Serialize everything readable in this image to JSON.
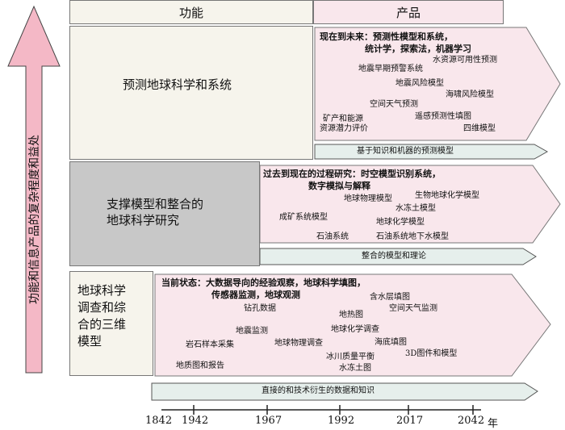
{
  "header": {
    "function": "功能",
    "product": "产品"
  },
  "axis_label": "功能和信息产品的复杂程度和益处",
  "rows": {
    "predict": {
      "function": "预测地球科学和系统",
      "heading1": "现在到未来：预测性模型和系统，",
      "heading2": "统计学，探索法，机器学习",
      "items": [
        "水资源可用性预测",
        "地震早期预警系统",
        "地震风险模型",
        "海啸风险模型",
        "空间天气预测",
        "矿产和能源",
        "资源潜力评价",
        "遥感预测性填图",
        "四维模型"
      ],
      "arrow": "基于知识和机器的预测模型"
    },
    "support": {
      "function1": "支撑模型和整合的",
      "function2": "地球科学研究",
      "heading1": "过去到现在的过程研究：时空模型识别系统，",
      "heading2": "数字模拟与解释",
      "items": [
        "地球物理模型",
        "生物地球化学模型",
        "水冻土模型",
        "成矿系统模型",
        "地球化学模型",
        "石油系统",
        "石油系统地下水模型"
      ],
      "arrow": "整合的模型和理论"
    },
    "survey": {
      "function": [
        "地球科学",
        "调查和综",
        "合的三维",
        "模型"
      ],
      "heading1": "当前状态：大数据导向的经验观察，地球科学填图，",
      "heading2": "传感器监测，地球观测",
      "items": [
        "含水层填图",
        "钻孔数据",
        "空间天气监测",
        "地热图",
        "地震监测",
        "地球化学调查",
        "岩石样本采集",
        "地球物理调查",
        "海底填图",
        "冰川质量平衡",
        "3D图件和模型",
        "地质图和报告",
        "水冻土图"
      ],
      "arrow": "直接的和技术衍生的数据和知识"
    }
  },
  "timeline": {
    "years": [
      "1842",
      "1942",
      "1967",
      "1992",
      "2017",
      "2042"
    ],
    "unit": "年"
  },
  "colors": {
    "pink": "#f9e7ec",
    "pinkStrong": "#f4b8c6",
    "gray": "#c8c8c8",
    "ivory": "#f6f4ec",
    "teal": "#e6efec"
  }
}
